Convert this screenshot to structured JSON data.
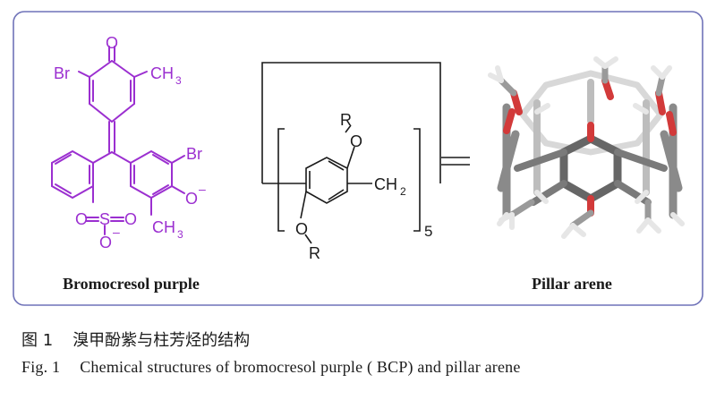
{
  "panel": {
    "left_label": "Bromocresol purple",
    "right_label": "Pillar arene",
    "colors": {
      "frame": "#6f72b8",
      "bcp": "#9b2fd0",
      "ink": "#1a1a1a"
    }
  },
  "bcp_atoms": {
    "o_top": "O",
    "br_left": "Br",
    "ch3_top": "CH",
    "ch3_top_sub": "3",
    "br_right": "Br",
    "o_minus": "O",
    "o_minus_charge": "–",
    "ch3_bottom": "CH",
    "ch3_bottom_sub": "3",
    "so3_o1": "O",
    "so3_s": "S",
    "so3_o2": "O",
    "so3_o3": "O",
    "so3_charge": "–"
  },
  "pillar_atoms": {
    "r_top": "R",
    "o_top": "O",
    "ch2": "CH",
    "ch2_sub": "2",
    "o_bottom": "O",
    "r_bottom": "R",
    "repeat_n": "5"
  },
  "caption": {
    "cn_number": "图 1",
    "cn_text": "溴甲酚紫与柱芳烃的结构",
    "en_number": "Fig. 1",
    "en_text": "Chemical structures of bromocresol purple ( BCP) and pillar arene"
  }
}
